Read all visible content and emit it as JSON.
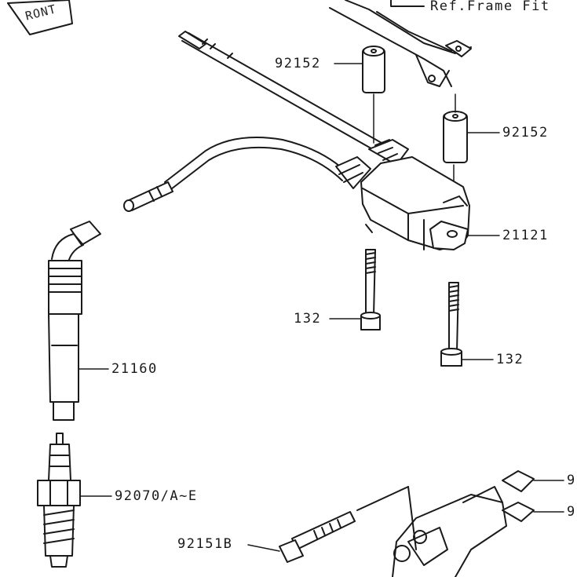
{
  "header": {
    "front_label": "RONT",
    "ref_label": "Ref.Frame Fit"
  },
  "callouts": {
    "spacer_left": "92152",
    "spacer_right": "92152",
    "coil": "21121",
    "bolt_left": "132",
    "bolt_right": "132",
    "plug_cap": "21160",
    "spark_plug": "92070/A~E",
    "bolt_lower": "92151B",
    "edge_top": "9",
    "edge_bottom": "9"
  },
  "colors": {
    "ink": "#1a1a1a",
    "paper": "#ffffff"
  }
}
